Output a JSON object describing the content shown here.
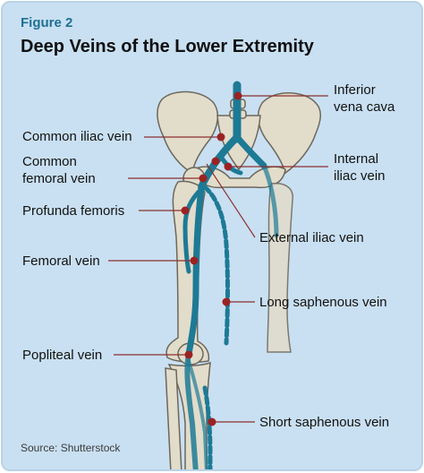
{
  "header": {
    "figure_label": "Figure 2",
    "title": "Deep Veins of the Lower Extremity"
  },
  "labels": {
    "inferior_vena_cava_1": "Inferior",
    "inferior_vena_cava_2": "vena cava",
    "common_iliac": "Common iliac vein",
    "common_femoral_1": "Common",
    "common_femoral_2": "femoral vein",
    "internal_iliac_1": "Internal",
    "internal_iliac_2": "iliac vein",
    "profunda": "Profunda femoris",
    "external_iliac": "External iliac vein",
    "femoral": "Femoral vein",
    "long_saphenous": "Long saphenous vein",
    "popliteal": "Popliteal vein",
    "short_saphenous": "Short saphenous vein"
  },
  "footer": {
    "source": "Source: Shutterstock"
  },
  "colors": {
    "background": "#c9e0f2",
    "vein": "#1d7a95",
    "bone": "#e2dccb",
    "bone_outline": "#6d675b",
    "marker": "#9b2222",
    "title_accent": "#1f6f93"
  }
}
